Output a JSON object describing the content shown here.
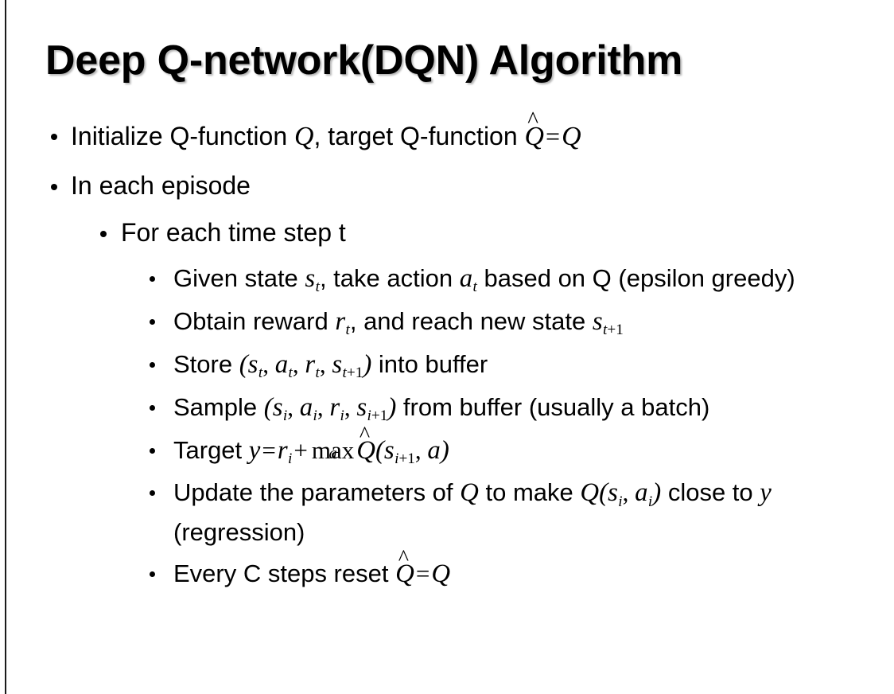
{
  "slide": {
    "title": "Deep Q-network(DQN) Algorithm",
    "background_color": "#ffffff",
    "text_color": "#000000",
    "border_color": "#1a1a1a"
  },
  "bullets": {
    "initialize": {
      "lead": "Initialize Q-function ",
      "var_q": "Q",
      "mid": ", target Q-function ",
      "qhat_base": "Q",
      "qhat_mark": "^",
      "equals": "=",
      "var_q2": "Q"
    },
    "in_each_episode": "In each episode",
    "for_each_time_step": "For each time step t",
    "given_state": {
      "p1": "Given state ",
      "s": "s",
      "s_sub": "t",
      "p2": ", take action ",
      "a": "a",
      "a_sub": "t",
      "p3": " based on Q (epsilon greedy)"
    },
    "obtain_reward": {
      "p1": "Obtain reward ",
      "r": "r",
      "r_sub": "t",
      "p2": ", and reach new state ",
      "s": "s",
      "s_sub_var": "t",
      "s_sub_rest": "+1"
    },
    "store": {
      "p1": "Store ",
      "open": "(",
      "s": "s",
      "s_sub": "t",
      "c1": ", ",
      "a": "a",
      "a_sub": "t",
      "c2": ", ",
      "r": "r",
      "r_sub": "t",
      "c3": ", ",
      "s2": "s",
      "s2_sub_var": "t",
      "s2_sub_rest": "+1",
      "close": ")",
      "p2": " into buffer"
    },
    "sample": {
      "p1": "Sample ",
      "open": "(",
      "s": "s",
      "s_sub": "i",
      "c1": ", ",
      "a": "a",
      "a_sub": "i",
      "c2": ", ",
      "r": "r",
      "r_sub": "i",
      "c3": ", ",
      "s2": "s",
      "s2_sub_var": "i",
      "s2_sub_rest": "+1",
      "close": ")",
      "p2": " from buffer (usually a batch)"
    },
    "target": {
      "p1": "Target ",
      "y": "y",
      "eq": "=",
      "r": "r",
      "r_sub": "i",
      "plus": "+",
      "max_label": "max",
      "max_under": "a",
      "qhat_base": "Q",
      "qhat_mark": "^",
      "open": "(",
      "s": "s",
      "s_sub_var": "i",
      "s_sub_rest": "+1",
      "comma": ", ",
      "a": "a",
      "close": ")"
    },
    "update": {
      "p1": "Update the parameters of ",
      "q1": "Q",
      "p2": " to make ",
      "q2": "Q",
      "open": "(",
      "s": "s",
      "s_sub": "i",
      "comma": ", ",
      "a": "a",
      "a_sub": "i",
      "close": ")",
      "p3": " close to ",
      "y": "y",
      "p4": " (regression)"
    },
    "every_c_steps": {
      "p1": "Every C steps reset ",
      "qhat_base": "Q",
      "qhat_mark": "^",
      "eq": "=",
      "q": "Q"
    }
  }
}
